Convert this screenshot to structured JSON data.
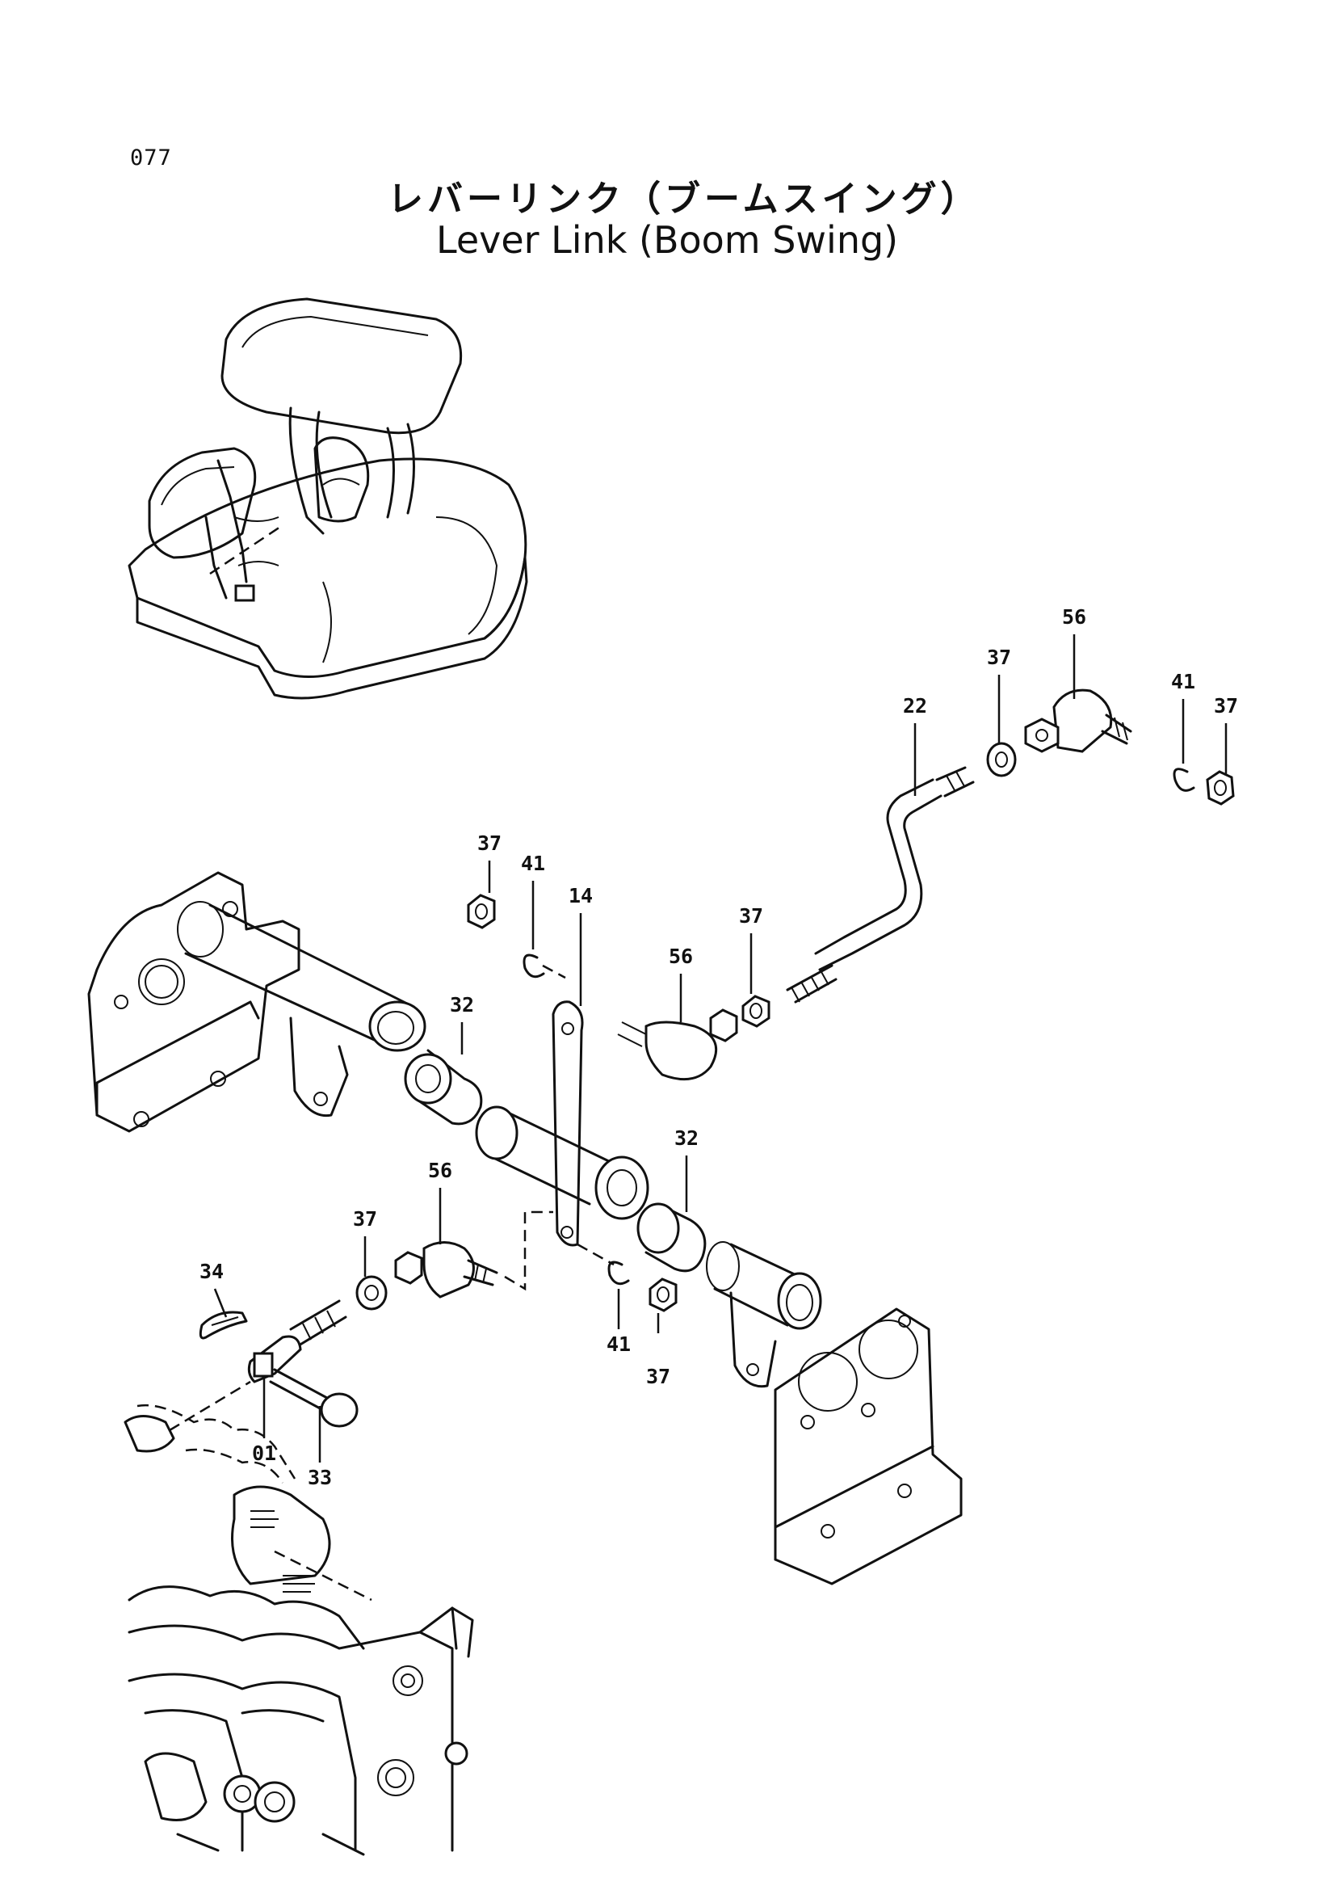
{
  "page": {
    "number": "077",
    "title_jp": "レバーリンク（ブームスイング）",
    "title_en": "Lever Link (Boom Swing)"
  },
  "callouts": {
    "c56_top": "56",
    "c37_top_mid": "37",
    "c22": "22",
    "c41_top_right": "41",
    "c37_top_right": "37",
    "c37_left_upper": "37",
    "c41_left_upper": "41",
    "c14": "14",
    "c56_mid": "56",
    "c37_mid": "37",
    "c32_left": "32",
    "c32_right": "32",
    "c56_lower": "56",
    "c37_lower_left": "37",
    "c34": "34",
    "c41_lower": "41",
    "c37_lower": "37",
    "c01": "01",
    "c33": "33"
  }
}
